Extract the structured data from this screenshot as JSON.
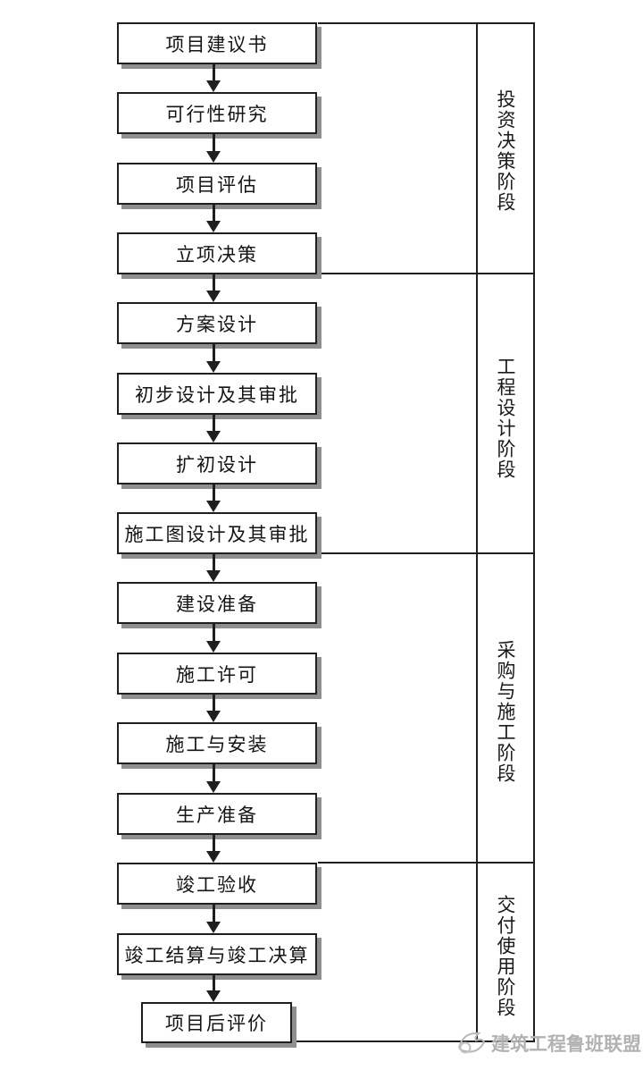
{
  "flowchart": {
    "phases": [
      {
        "label": "投资决策阶段",
        "steps": [
          {
            "label": "项目建议书"
          },
          {
            "label": "可行性研究"
          },
          {
            "label": "项目评估"
          },
          {
            "label": "立项决策"
          }
        ]
      },
      {
        "label": "工程设计阶段",
        "steps": [
          {
            "label": "方案设计"
          },
          {
            "label": "初步设计及其审批"
          },
          {
            "label": "扩初设计"
          },
          {
            "label": "施工图设计及其审批"
          }
        ]
      },
      {
        "label": "采购与施工阶段",
        "steps": [
          {
            "label": "建设准备"
          },
          {
            "label": "施工许可"
          },
          {
            "label": "施工与安装"
          },
          {
            "label": "生产准备"
          }
        ]
      },
      {
        "label": "交付使用阶段",
        "steps": [
          {
            "label": "竣工验收"
          },
          {
            "label": "竣工结算与竣工决算"
          },
          {
            "label": "项目后评价"
          }
        ]
      }
    ]
  },
  "watermark": {
    "text": "建筑工程鲁班联盟"
  },
  "colors": {
    "line": "#1f1f1f",
    "box_fill": "#ffffff",
    "box_shadow": "#8f8f8f",
    "watermark": "#b2b2b2",
    "background": "#ffffff"
  }
}
